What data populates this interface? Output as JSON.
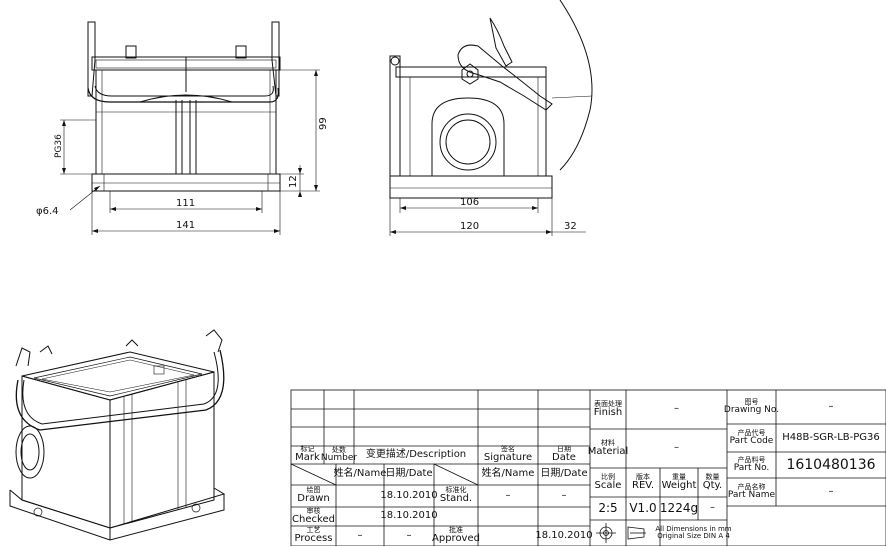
{
  "dimensions": {
    "d_6_4": "φ6.4",
    "d_111": "111",
    "d_141": "141",
    "d_99": "99",
    "d_12": "12",
    "d_pg36": "PG36",
    "d_106": "106",
    "d_120": "120",
    "d_32": "32"
  },
  "title_block": {
    "revision_headers": {
      "mark_cn": "标记",
      "mark_en": "Mark",
      "number_cn": "处数",
      "number_en": "Number",
      "description": "变更描述/Description",
      "signature_cn": "签名",
      "signature_en": "Signature",
      "date_cn": "日期",
      "date_en": "Date"
    },
    "sign_headers": {
      "name1": "姓名/Name",
      "date1": "日期/Date",
      "name2": "姓名/Name",
      "date2": "日期/Date"
    },
    "drawn": {
      "label_cn": "绘图",
      "label_en": "Drawn",
      "date": "18.10.2010"
    },
    "checked": {
      "label_cn": "审核",
      "label_en": "Checked",
      "date": "18.10.2010"
    },
    "process": {
      "label_cn": "工艺",
      "label_en": "Process",
      "name": "–",
      "date": "–"
    },
    "stand": {
      "label_cn": "标准化",
      "label_en": "Stand.",
      "name": "–",
      "date": "–"
    },
    "approved": {
      "label_cn": "批准",
      "label_en": "Approved",
      "date": "18.10.2010"
    },
    "finish": {
      "label_cn": "表面处理",
      "label_en": "Finish",
      "value": "–"
    },
    "material": {
      "label_cn": "材料",
      "label_en": "Material",
      "value": "–"
    },
    "scale": {
      "label_cn": "比例",
      "label_en": "Scale",
      "value": "2:5"
    },
    "rev": {
      "label_cn": "版本",
      "label_en": "REV.",
      "value": "V1.0"
    },
    "weight": {
      "label_cn": "重量",
      "label_en": "Weight",
      "value": "1224g"
    },
    "qty": {
      "label_cn": "数量",
      "label_en": "Qty.",
      "value": "–"
    },
    "note1": "All Dimensions in mm",
    "note2": "Original Size DIN A 4",
    "drawing_no": {
      "label_cn": "图号",
      "label_en": "Drawing No.",
      "value": "–"
    },
    "part_code": {
      "label_cn": "产品代号",
      "label_en": "Part Code",
      "value": "H48B-SGR-LB-PG36"
    },
    "part_no": {
      "label_cn": "产品料号",
      "label_en": "Part No.",
      "value": "1610480136"
    },
    "part_name": {
      "label_cn": "产品名称",
      "label_en": "Part Name",
      "value": "–"
    }
  }
}
